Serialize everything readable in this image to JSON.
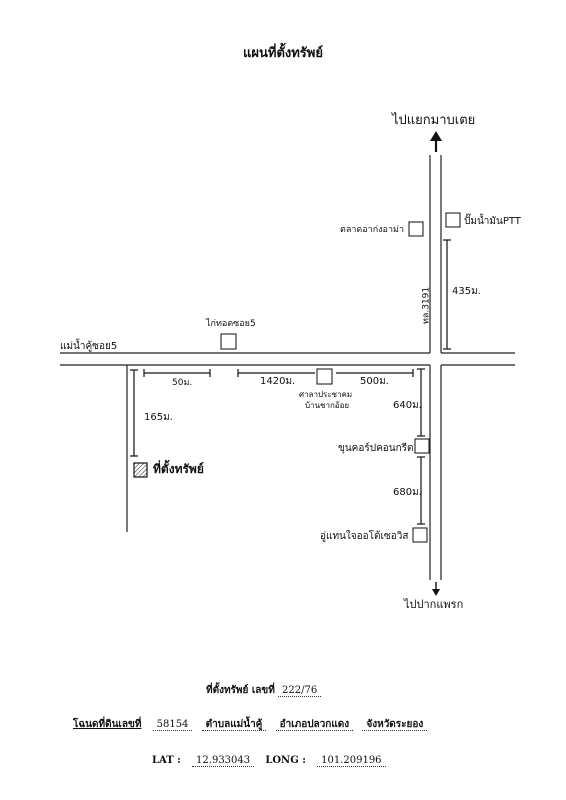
{
  "title": "แผนที่ตั้งทรัพย์",
  "labels": {
    "north_dest": "ไปแยกมาบเตย",
    "south_dest": "ไปปากแพรก",
    "market": "ตลาดอาก่งอาม่า",
    "ptt": "ปั๊มน้ำมันPTT",
    "dist_435": "435ม.",
    "road_3191": "ทล.3191",
    "kaithod": "ไก่ทอดซอย5",
    "soi_road": "แม่น้ำคู้ซอย5",
    "dist_50": "50ม.",
    "dist_1420": "1420ม.",
    "dist_500": "500ม.",
    "sala_line1": "ศาลาประชาคม",
    "sala_line2": "บ้านชากอ้อย",
    "dist_640": "640ม.",
    "dist_165": "165ม.",
    "khun": "ขุนคอร์ปคอนกรีต",
    "dist_680": "680ม.",
    "auto": "อู่แทนใจออโต้เซอวิส",
    "property": "ที่ตั้งทรัพย์"
  },
  "footer": {
    "line1_label": "ที่ตั้งทรัพย์  เลขที่",
    "line1_value": "222/76",
    "deed_label": "โฉนดที่ดินเลขที่",
    "deed_value": "58154",
    "tambon": "ตำบลแม่น้ำคู้",
    "amphoe": "อำเภอปลวกแดง",
    "province": "จังหวัดระยอง",
    "lat_label": "LAT :",
    "lat_value": "12.933043",
    "long_label": "LONG :",
    "long_value": "101.209196"
  }
}
